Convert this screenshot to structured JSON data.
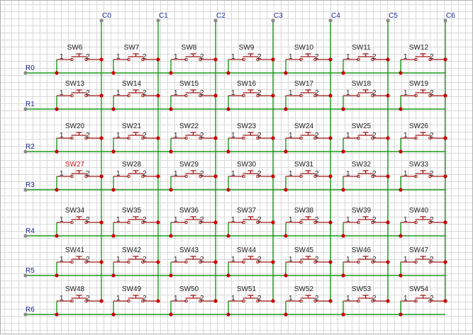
{
  "columns": [
    "C0",
    "C1",
    "C2",
    "C3",
    "C4",
    "C5",
    "C6"
  ],
  "rows": [
    "R0",
    "R1",
    "R2",
    "R3",
    "R4",
    "R5",
    "R6"
  ],
  "switches": [
    [
      "SW6",
      "SW7",
      "SW8",
      "SW9",
      "SW10",
      "SW11",
      "SW12"
    ],
    [
      "SW13",
      "SW14",
      "SW15",
      "SW16",
      "SW17",
      "SW18",
      "SW19"
    ],
    [
      "SW20",
      "SW21",
      "SW22",
      "SW23",
      "SW24",
      "SW25",
      "SW26"
    ],
    [
      "SW27",
      "SW28",
      "SW29",
      "SW30",
      "SW31",
      "SW32",
      "SW33"
    ],
    [
      "SW34",
      "SW35",
      "SW36",
      "SW37",
      "SW38",
      "SW39",
      "SW40"
    ],
    [
      "SW41",
      "SW42",
      "SW43",
      "SW44",
      "SW45",
      "SW46",
      "SW47"
    ],
    [
      "SW48",
      "SW49",
      "SW50",
      "SW51",
      "SW52",
      "SW53",
      "SW54"
    ]
  ],
  "pin_labels": [
    "1",
    "2"
  ],
  "highlighted_switch": "SW27",
  "colors": {
    "wire": "#1a9a1a",
    "component": "#a01818",
    "junction": "#cc0000",
    "net_label": "#1a2a9a",
    "text": "#202020",
    "highlight": "#d01818",
    "port": "#8a8a8a"
  }
}
